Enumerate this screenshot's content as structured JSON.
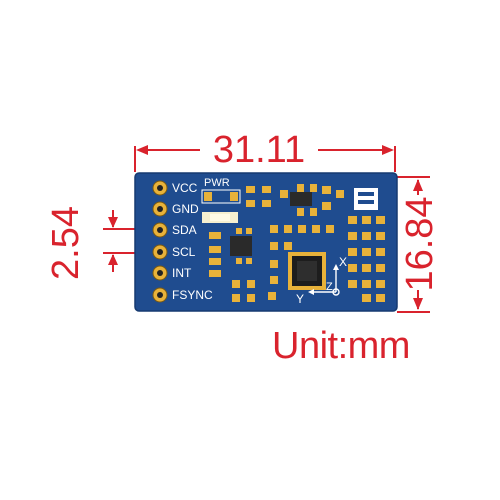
{
  "dimensions": {
    "width": "31.11",
    "height": "16.84",
    "pin_pitch": "2.54",
    "unit_label": "Unit:mm"
  },
  "board": {
    "pins": [
      "VCC",
      "GND",
      "SDA",
      "SCL",
      "INT",
      "FSYNC"
    ],
    "power_led_label": "PWR",
    "axes": {
      "x": "X",
      "y": "Y",
      "z": "Z"
    },
    "colors": {
      "pcb": "#1f4c8f",
      "pad": "#e8b23a",
      "dimension": "#d9232d",
      "silkscreen": "#ffffff"
    }
  }
}
